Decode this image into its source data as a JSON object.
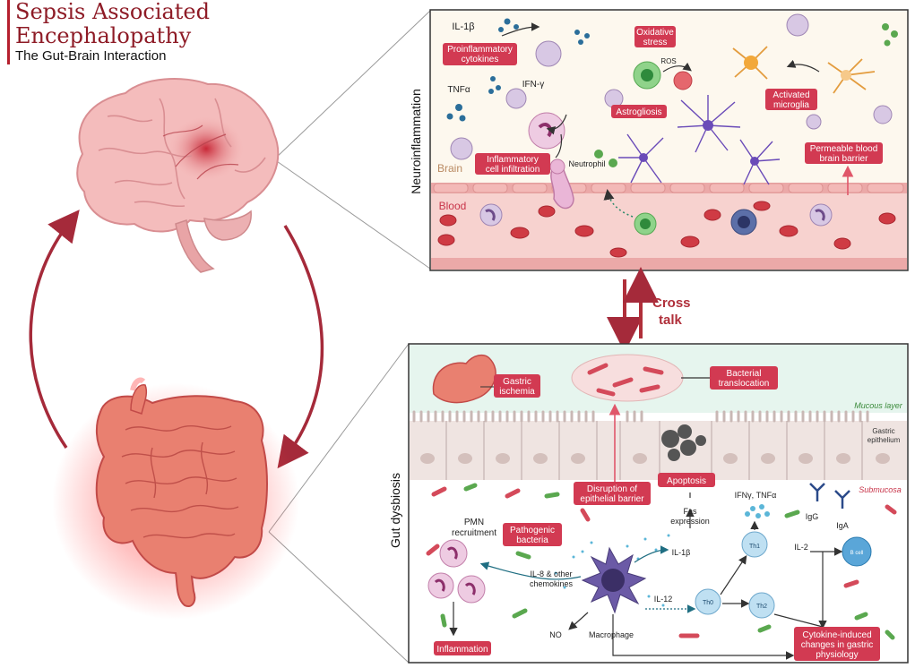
{
  "title": {
    "line1": "Sepsis Associated",
    "line2": "Encephalopathy",
    "subtitle": "The Gut-Brain Interaction"
  },
  "top_panel": {
    "side_label": "Neuroinflammation",
    "brain": "Brain",
    "blood": "Blood",
    "il1b": "IL-1β",
    "tnfa": "TNFα",
    "ifng": "IFN-γ",
    "proinflammatory": [
      "Proinflammatory",
      "cytokines"
    ],
    "oxidative": [
      "Oxidative",
      "stress"
    ],
    "ros": "ROS",
    "astrogliosis": "Astrogliosis",
    "activated": [
      "Activated",
      "microglia"
    ],
    "infiltration": [
      "Inflammatory",
      "cell infiltration"
    ],
    "neutrophil": "Neutrophil",
    "permeable": [
      "Permeable blood",
      "brain barrier"
    ]
  },
  "crosstalk": [
    "Cross",
    "talk"
  ],
  "bottom_panel": {
    "side_label": "Gut dysbiosis",
    "gastric_ischemia": [
      "Gastric",
      "ischemia"
    ],
    "bacterial_translocation": [
      "Bacterial",
      "translocation"
    ],
    "mucous": "Mucous layer",
    "gastric_epithelium": [
      "Gastric",
      "epithelium"
    ],
    "submucosa": "Submucosa",
    "disruption": [
      "Disruption of",
      "epithelial barrier"
    ],
    "apoptosis": "Apoptosis",
    "fas": [
      "Fas",
      "expression"
    ],
    "ifng_tnfa": "IFNγ, TNFα",
    "igg": "IgG",
    "iga": "IgA",
    "bcell": "B cell",
    "pmn": [
      "PMN",
      "recruitment"
    ],
    "pathogenic": [
      "Pathogenic",
      "bacteria"
    ],
    "il8": [
      "IL-8 & other",
      "chemokines"
    ],
    "il1b": "IL-1β",
    "il12": "IL-12",
    "il2": "IL-2",
    "th1": "Th1",
    "th0": "Th0",
    "th2": "Th2",
    "no": "NO",
    "macrophage": "Macrophage",
    "inflammation": "Inflammation",
    "cytokine_changes": [
      "Cytokine-induced",
      "changes in gastric",
      "physiology"
    ]
  },
  "colors": {
    "accent": "#c8354a",
    "dark_red": "#8e1b26",
    "label_bg": "#d23a52",
    "blood": "#f6d3d0",
    "brain": "#fdf6ec",
    "mucous": "#e6f5ee"
  }
}
